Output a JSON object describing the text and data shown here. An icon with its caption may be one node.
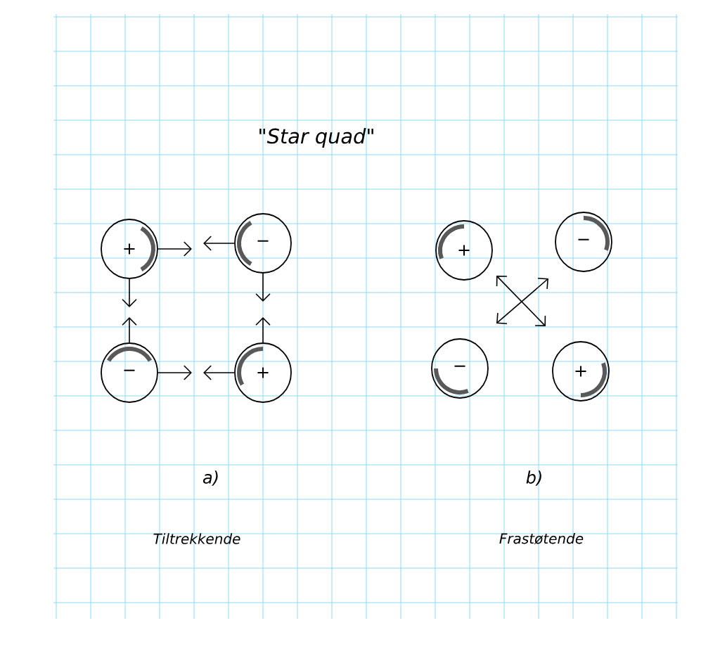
{
  "diagram": {
    "title": "\"Star quad\"",
    "nodes": [
      {
        "text": [
          "+"
        ]
      },
      {
        "text": [
          "−"
        ]
      },
      {
        "text": [
          "−"
        ]
      },
      {
        "text": [
          "+"
        ]
      },
      {
        "text": [
          "+"
        ]
      },
      {
        "text": [
          "−"
        ]
      },
      {
        "text": [
          "−"
        ]
      },
      {
        "text": [
          "+"
        ]
      }
    ],
    "edges": [
      {
        "from": 0,
        "to": null,
        "arrow": "to"
      },
      {
        "from": 1,
        "to": null,
        "arrow": "to"
      },
      {
        "from": 0,
        "to": null,
        "arrow": "to"
      },
      {
        "from": 2,
        "to": null,
        "arrow": "to"
      },
      {
        "from": 1,
        "to": null,
        "arrow": "to"
      },
      {
        "from": 3,
        "to": null,
        "arrow": "to"
      },
      {
        "from": 2,
        "to": null,
        "arrow": "to"
      },
      {
        "from": 3,
        "to": null,
        "arrow": "to"
      }
    ],
    "labels": [
      "a)",
      "b)",
      "Tiltrekkende",
      "Frastøtende"
    ]
  }
}
